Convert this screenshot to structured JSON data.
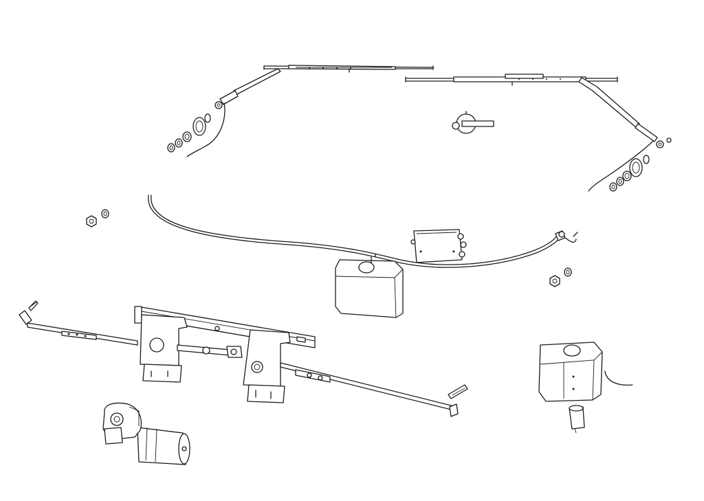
{
  "diagram": {
    "title": "",
    "labels": [],
    "parts": [
      "wiper-arm-left",
      "wiper-blade-left",
      "wiper-arm-right",
      "wiper-blade-right",
      "spindle-seal-set-left",
      "spindle-seal-set-right",
      "washer-jet",
      "washer-hose",
      "washer-reservoir",
      "junction-box",
      "mounting-nuts",
      "wiper-linkage-frame",
      "wiper-motor",
      "washer-reservoir-with-pump"
    ]
  },
  "colors": {
    "ink": "#1a1a1a",
    "background": "#ffffff"
  }
}
